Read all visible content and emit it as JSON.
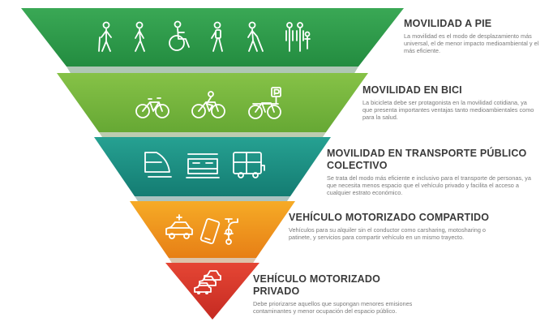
{
  "levels": [
    {
      "title": "MOVILIDAD A PIE",
      "description": "La movilidad es el modo de desplazamiento más universal, el de menor impacto medioambiental y el más eficiente.",
      "color": "#2e9a4a",
      "icons": [
        "walking-person-icon",
        "walking-person-icon",
        "wheelchair-user-icon",
        "person-with-backpack-icon",
        "person-with-cane-icon",
        "family-icon"
      ]
    },
    {
      "title": "MOVILIDAD EN BICI",
      "description": "La bicicleta debe ser protagonista en la movilidad cotidiana, ya que presenta importantes ventajas tanto medioambientales como para la salud.",
      "color": "#77b63e",
      "icons": [
        "bicycle-icon",
        "bicycle-with-rider-icon",
        "bicycle-parking-icon"
      ]
    },
    {
      "title": "MOVILIDAD EN TRANSPORTE PÚBLICO COLECTIVO",
      "description": "Se trata del modo más eficiente e inclusivo para el transporte de personas, ya que necesita menos espacio que el vehículo privado y facilita el acceso a cualquier estrato económico.",
      "color": "#1d8f83",
      "icons": [
        "high-speed-train-icon",
        "train-icon",
        "bus-icon"
      ]
    },
    {
      "title": "VEHÍCULO MOTORIZADO COMPARTIDO",
      "description": "Vehículos para su alquiler sin el conductor como carsharing, motosharing o patinete, y servicios para compartir vehículo en un mismo trayecto.",
      "color": "#f19a1c",
      "icons": [
        "shared-car-icon",
        "smartphone-icon",
        "scooter-icon"
      ]
    },
    {
      "title": "VEHÍCULO MOTORIZADO PRIVADO",
      "description": "Debe priorizarse aquellos que supongan menores emisiones contaminantes y menor ocupación del espacio público.",
      "color": "#d9342b",
      "icons": [
        "traffic-jam-cars-icon"
      ]
    }
  ]
}
